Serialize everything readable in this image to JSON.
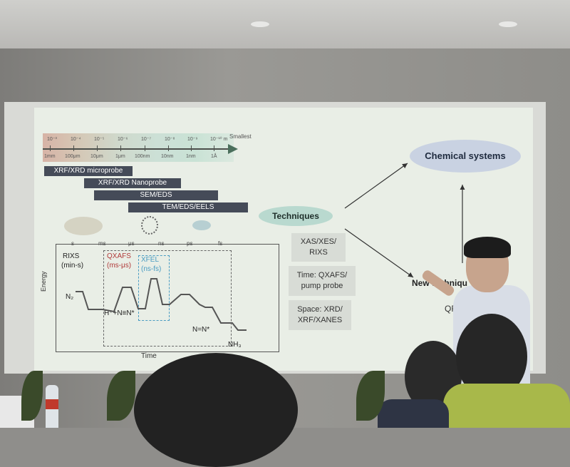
{
  "slide": {
    "scale": {
      "exponents": [
        "10⁻³",
        "10⁻⁴",
        "10⁻⁵",
        "10⁻⁶",
        "10⁻⁷",
        "10⁻⁸",
        "10⁻⁹",
        "10⁻¹⁰ m"
      ],
      "units": [
        "1mm",
        "100μm",
        "10μm",
        "1μm",
        "100nm",
        "10nm",
        "1nm",
        "1Å"
      ],
      "smallest": "Smallest"
    },
    "techniques_bars": [
      "XRF/XRD microprobe",
      "XRF/XRD Nanoprobe",
      "SEM/EDS",
      "TEM/EDS/EELS"
    ],
    "time_ticks": [
      "s",
      "ms",
      "μs",
      "ns",
      "ps",
      "fs"
    ],
    "energy": {
      "rixs_line1": "RIXS",
      "rixs_line2": "(min-s)",
      "qxafs_line1": "QXAFS",
      "qxafs_line2": "(ms-μs)",
      "xfel_line1": "XFEL",
      "xfel_line2": "(ns-fs)",
      "n2": "N₂",
      "h_n": "H⁺+N≡N*",
      "n_n": "N=N*",
      "nh3": "NH₃",
      "y_axis": "Energy",
      "x_axis": "Time"
    },
    "techniques_label": "Techniques",
    "chemical_systems": "Chemical systems",
    "new_techniques": "New techniqu",
    "qrixs": "QRIXS",
    "boxes": {
      "xas": [
        "XAS/XES/",
        "RIXS"
      ],
      "time": [
        "Time: QXAFS/",
        "pump probe"
      ],
      "space": [
        "Space: XRD/",
        "XRF/XANES"
      ]
    },
    "colors": {
      "qxafs": "#b03a3a",
      "xfel": "#4a9cc2",
      "oval": "#b9d9cf",
      "chem_oval": "#c9d2e2"
    }
  }
}
